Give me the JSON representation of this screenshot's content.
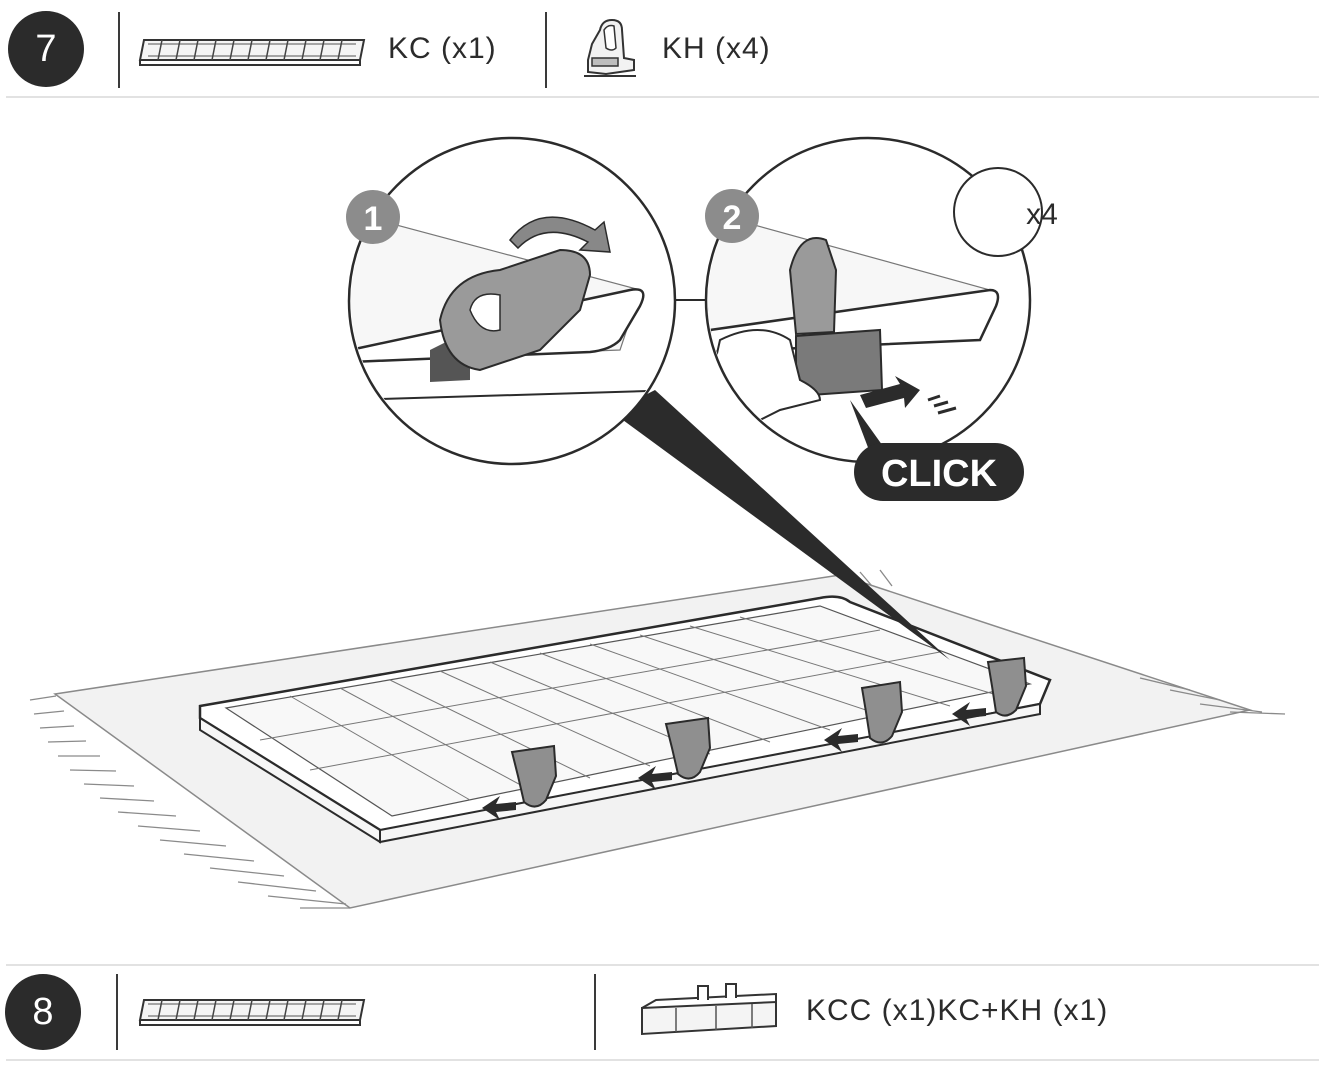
{
  "step7": {
    "number": "7",
    "parts": [
      {
        "label": "KC (x1)",
        "icon": "grid-shelf-icon"
      },
      {
        "label": "KH (x4)",
        "icon": "hook-clip-icon"
      }
    ]
  },
  "illustration": {
    "detail1_number": "1",
    "detail2_number": "2",
    "multiplier": "x4",
    "click_label": "CLICK"
  },
  "step8": {
    "number": "8",
    "parts": [
      {
        "label": "",
        "icon": "grid-shelf-icon"
      },
      {
        "label": "KCC (x1)KC+KH (x1)",
        "icon": "crossbar-icon"
      }
    ]
  },
  "colors": {
    "dark": "#2b2b2b",
    "grey_badge": "#8c8c8c",
    "rule": "#e2e2e2"
  }
}
